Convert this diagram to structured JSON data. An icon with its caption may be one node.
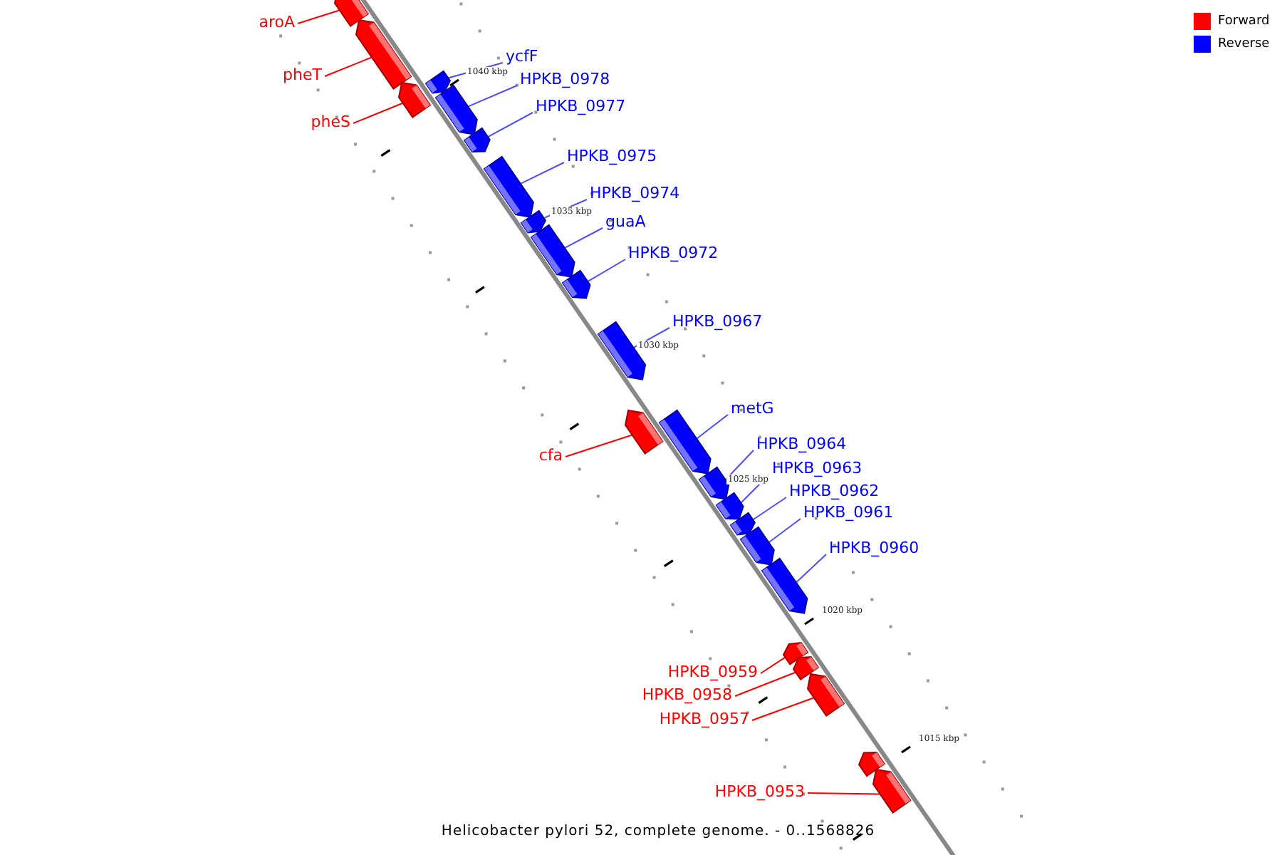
{
  "diagram": {
    "caption": "Helicobacter pylori 52, complete genome. - 0..1568826",
    "nodes": [
      {
        "text": [
          "aroA"
        ]
      },
      {
        "text": [],
        "shape": "bar"
      },
      {
        "text": [
          "pheT"
        ]
      },
      {
        "text": [],
        "shape": "bar"
      },
      {
        "text": [
          "pheS"
        ]
      },
      {
        "text": [],
        "shape": "bar"
      },
      {
        "text": [
          "ycfF"
        ]
      },
      {
        "text": [],
        "shape": "bar"
      },
      {
        "text": [
          "HPKB_0978"
        ]
      },
      {
        "text": [],
        "shape": "bar"
      },
      {
        "text": [
          "HPKB_0977"
        ]
      },
      {
        "text": [],
        "shape": "bar"
      },
      {
        "text": [
          "HPKB_0975"
        ]
      },
      {
        "text": [],
        "shape": "bar"
      },
      {
        "text": [
          "HPKB_0974"
        ]
      },
      {
        "text": [],
        "shape": "bar"
      },
      {
        "text": [
          "guaA"
        ]
      },
      {
        "text": [],
        "shape": "bar"
      },
      {
        "text": [
          "HPKB_0972"
        ]
      },
      {
        "text": [],
        "shape": "bar"
      },
      {
        "text": [
          "HPKB_0967"
        ]
      },
      {
        "text": [],
        "shape": "bar"
      },
      {
        "text": [
          "cfa"
        ]
      },
      {
        "text": [],
        "shape": "bar"
      },
      {
        "text": [
          "metG"
        ]
      },
      {
        "text": [],
        "shape": "bar"
      },
      {
        "text": [
          "HPKB_0964"
        ]
      },
      {
        "text": [],
        "shape": "bar"
      },
      {
        "text": [
          "HPKB_0963"
        ]
      },
      {
        "text": [],
        "shape": "bar"
      },
      {
        "text": [
          "HPKB_0962"
        ]
      },
      {
        "text": [],
        "shape": "bar"
      },
      {
        "text": [
          "HPKB_0961"
        ]
      },
      {
        "text": [],
        "shape": "bar"
      },
      {
        "text": [
          "HPKB_0960"
        ]
      },
      {
        "text": [],
        "shape": "bar"
      },
      {
        "text": [
          "HPKB_0959"
        ]
      },
      {
        "text": [],
        "shape": "bar"
      },
      {
        "text": [
          "HPKB_0958"
        ]
      },
      {
        "text": [],
        "shape": "bar"
      },
      {
        "text": [
          "HPKB_0957"
        ]
      },
      {
        "text": [],
        "shape": "bar"
      },
      {
        "text": [],
        "shape": "bar"
      },
      {
        "text": [
          "HPKB_0953"
        ]
      },
      {
        "text": [],
        "shape": "bar"
      }
    ],
    "edges": [
      {
        "from": 0,
        "to": 1,
        "arrow": "none",
        "color": "#ff0000"
      },
      {
        "from": 2,
        "to": 3,
        "arrow": "none",
        "color": "#ff0000"
      },
      {
        "from": 4,
        "to": 5,
        "arrow": "none",
        "color": "#ff0000"
      },
      {
        "from": 6,
        "to": 7,
        "arrow": "none"
      },
      {
        "from": 8,
        "to": 9,
        "arrow": "none"
      },
      {
        "from": 10,
        "to": 11,
        "arrow": "none"
      },
      {
        "from": 12,
        "to": 13,
        "arrow": "none"
      },
      {
        "from": 14,
        "to": 15,
        "arrow": "none"
      },
      {
        "from": 16,
        "to": 17,
        "arrow": "none"
      },
      {
        "from": 18,
        "to": 19,
        "arrow": "none"
      },
      {
        "from": 20,
        "to": 21,
        "arrow": "none"
      },
      {
        "from": 22,
        "to": 23,
        "arrow": "none",
        "color": "#ff0000"
      },
      {
        "from": 24,
        "to": 25,
        "arrow": "none"
      },
      {
        "from": 26,
        "to": 27,
        "arrow": "none"
      },
      {
        "from": 28,
        "to": 29,
        "arrow": "none"
      },
      {
        "from": 30,
        "to": 31,
        "arrow": "none"
      },
      {
        "from": 32,
        "to": 33,
        "arrow": "none"
      },
      {
        "from": 34,
        "to": 35,
        "arrow": "none"
      },
      {
        "from": 36,
        "to": 37,
        "arrow": "none",
        "color": "#ff0000"
      },
      {
        "from": 38,
        "to": 39,
        "arrow": "none",
        "color": "#ff0000"
      },
      {
        "from": 40,
        "to": 41,
        "arrow": "none",
        "color": "#ff0000"
      },
      {
        "from": 43,
        "to": 44,
        "arrow": "none",
        "color": "#ff0000"
      }
    ],
    "labels": [
      "1040 kbp",
      "1035 kbp",
      "1030 kbp",
      "1025 kbp",
      "1020 kbp",
      "1015 kbp"
    ],
    "legend": [
      {
        "text": "Forward",
        "color": "#ff0000"
      },
      {
        "text": "Reverse",
        "color": "#0000ff"
      }
    ]
  }
}
